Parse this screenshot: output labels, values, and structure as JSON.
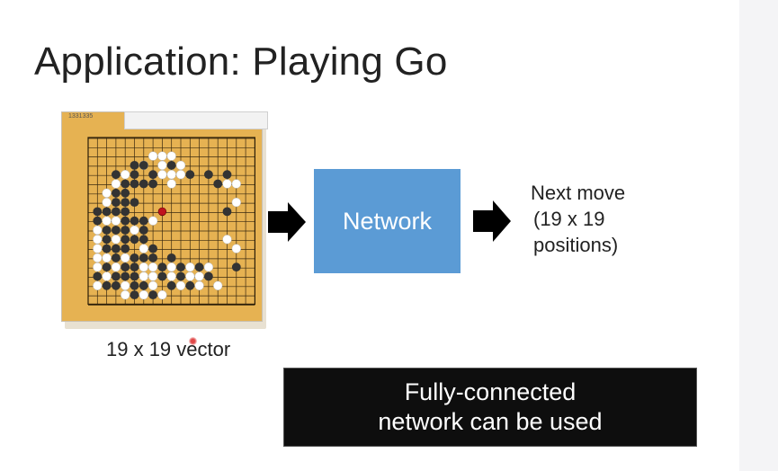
{
  "slide": {
    "title": "Application: Playing Go",
    "vector_label": "19 x 19 vector",
    "network_label": "Network",
    "output_lines": [
      "Next move",
      "(19 x 19",
      "positions)"
    ],
    "note_lines": [
      "Fully-connected",
      "network can be used"
    ]
  },
  "board": {
    "size": 19,
    "caption": "1331335",
    "colors": {
      "wood": "#e6b252",
      "black_stone": "#333333",
      "white_stone": "#ffffff",
      "last_move": "#c0141e"
    },
    "black_stones": [
      [
        5,
        3
      ],
      [
        6,
        3
      ],
      [
        9,
        3
      ],
      [
        3,
        4
      ],
      [
        5,
        4
      ],
      [
        7,
        4
      ],
      [
        4,
        5
      ],
      [
        5,
        5
      ],
      [
        6,
        5
      ],
      [
        7,
        5
      ],
      [
        11,
        4
      ],
      [
        13,
        4
      ],
      [
        3,
        6
      ],
      [
        4,
        6
      ],
      [
        3,
        7
      ],
      [
        4,
        7
      ],
      [
        5,
        7
      ],
      [
        1,
        8
      ],
      [
        2,
        8
      ],
      [
        3,
        8
      ],
      [
        4,
        8
      ],
      [
        1,
        9
      ],
      [
        4,
        9
      ],
      [
        5,
        9
      ],
      [
        6,
        9
      ],
      [
        2,
        10
      ],
      [
        3,
        10
      ],
      [
        4,
        10
      ],
      [
        6,
        10
      ],
      [
        2,
        11
      ],
      [
        4,
        11
      ],
      [
        5,
        11
      ],
      [
        6,
        11
      ],
      [
        2,
        12
      ],
      [
        3,
        12
      ],
      [
        4,
        12
      ],
      [
        7,
        12
      ],
      [
        3,
        13
      ],
      [
        5,
        13
      ],
      [
        6,
        13
      ],
      [
        7,
        13
      ],
      [
        9,
        13
      ],
      [
        2,
        14
      ],
      [
        4,
        14
      ],
      [
        5,
        14
      ],
      [
        8,
        14
      ],
      [
        10,
        14
      ],
      [
        12,
        14
      ],
      [
        1,
        15
      ],
      [
        3,
        15
      ],
      [
        4,
        15
      ],
      [
        5,
        15
      ],
      [
        8,
        15
      ],
      [
        10,
        15
      ],
      [
        13,
        15
      ],
      [
        2,
        16
      ],
      [
        3,
        16
      ],
      [
        5,
        16
      ],
      [
        6,
        16
      ],
      [
        9,
        16
      ],
      [
        11,
        16
      ],
      [
        5,
        17
      ],
      [
        7,
        17
      ],
      [
        15,
        8
      ],
      [
        16,
        14
      ],
      [
        14,
        5
      ],
      [
        15,
        4
      ]
    ],
    "white_stones": [
      [
        7,
        2
      ],
      [
        8,
        2
      ],
      [
        9,
        2
      ],
      [
        6,
        3
      ],
      [
        8,
        3
      ],
      [
        10,
        3
      ],
      [
        8,
        4
      ],
      [
        9,
        4
      ],
      [
        10,
        4
      ],
      [
        4,
        4
      ],
      [
        9,
        5
      ],
      [
        15,
        5
      ],
      [
        16,
        5
      ],
      [
        3,
        5
      ],
      [
        2,
        6
      ],
      [
        2,
        7
      ],
      [
        2,
        9
      ],
      [
        1,
        10
      ],
      [
        3,
        9
      ],
      [
        1,
        11
      ],
      [
        1,
        12
      ],
      [
        1,
        13
      ],
      [
        3,
        11
      ],
      [
        5,
        10
      ],
      [
        7,
        9
      ],
      [
        2,
        13
      ],
      [
        4,
        13
      ],
      [
        6,
        12
      ],
      [
        6,
        14
      ],
      [
        3,
        14
      ],
      [
        7,
        14
      ],
      [
        9,
        14
      ],
      [
        11,
        14
      ],
      [
        1,
        14
      ],
      [
        2,
        15
      ],
      [
        6,
        15
      ],
      [
        7,
        15
      ],
      [
        9,
        15
      ],
      [
        11,
        15
      ],
      [
        12,
        15
      ],
      [
        1,
        16
      ],
      [
        4,
        16
      ],
      [
        7,
        16
      ],
      [
        10,
        16
      ],
      [
        12,
        16
      ],
      [
        13,
        14
      ],
      [
        15,
        11
      ],
      [
        16,
        7
      ],
      [
        14,
        16
      ],
      [
        4,
        17
      ],
      [
        6,
        17
      ],
      [
        8,
        17
      ],
      [
        16,
        12
      ]
    ],
    "last_move": [
      8,
      8
    ]
  }
}
